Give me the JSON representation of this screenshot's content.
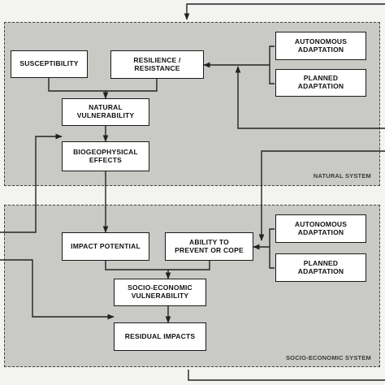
{
  "natural_system": {
    "label": "NATURAL SYSTEM",
    "boxes": {
      "susceptibility": "SUSCEPTIBILITY",
      "resilience": "RESILIENCE /\nRESISTANCE",
      "natural_vulnerability": "NATURAL\nVULNERABILITY",
      "biogeophysical_effects": "BIOGEOPHYSICAL\nEFFECTS",
      "autonomous_adaptation": "AUTONOMOUS\nADAPTATION",
      "planned_adaptation": "PLANNED\nADAPTATION"
    }
  },
  "socio_economic_system": {
    "label": "SOCIO-ECONOMIC SYSTEM",
    "boxes": {
      "impact_potential": "IMPACT POTENTIAL",
      "ability_to_prevent": "ABILITY TO\nPREVENT OR COPE",
      "socio_economic_vulnerability": "SOCIO-ECONOMIC\nVULNERABILITY",
      "residual_impacts": "RESIDUAL IMPACTS",
      "autonomous_adaptation": "AUTONOMOUS\nADAPTATION",
      "planned_adaptation": "PLANNED\nADAPTATION"
    }
  }
}
